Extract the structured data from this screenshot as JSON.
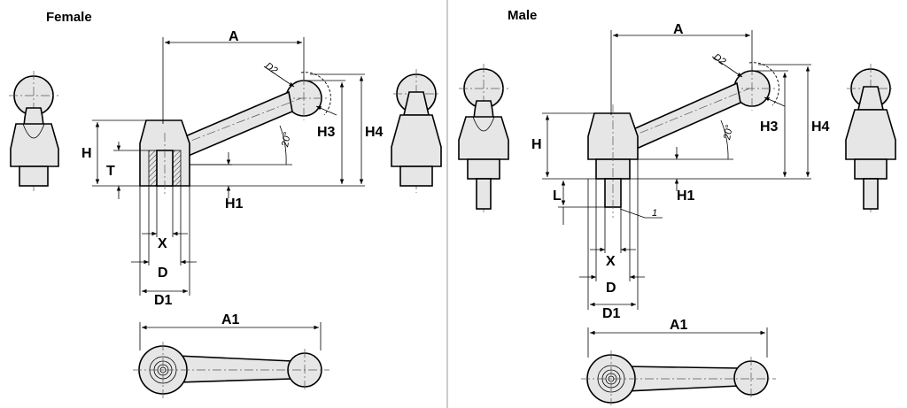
{
  "panels": {
    "female": {
      "title": "Female",
      "dims": {
        "A": "A",
        "H": "H",
        "T": "T",
        "H1": "H1",
        "H3": "H3",
        "H4": "H4",
        "X": "X",
        "D": "D",
        "D1": "D1",
        "A1": "A1",
        "D2": "D2",
        "angle": "20°"
      }
    },
    "male": {
      "title": "Male",
      "dims": {
        "A": "A",
        "H": "H",
        "L": "L",
        "H1": "H1",
        "H3": "H3",
        "H4": "H4",
        "X": "X",
        "D": "D",
        "D1": "D1",
        "A1": "A1",
        "D2": "D2",
        "angle": "20°",
        "callout": "1"
      }
    }
  },
  "colors": {
    "part_fill": "#e6e6e6",
    "line": "#000000",
    "divider": "#999999"
  }
}
